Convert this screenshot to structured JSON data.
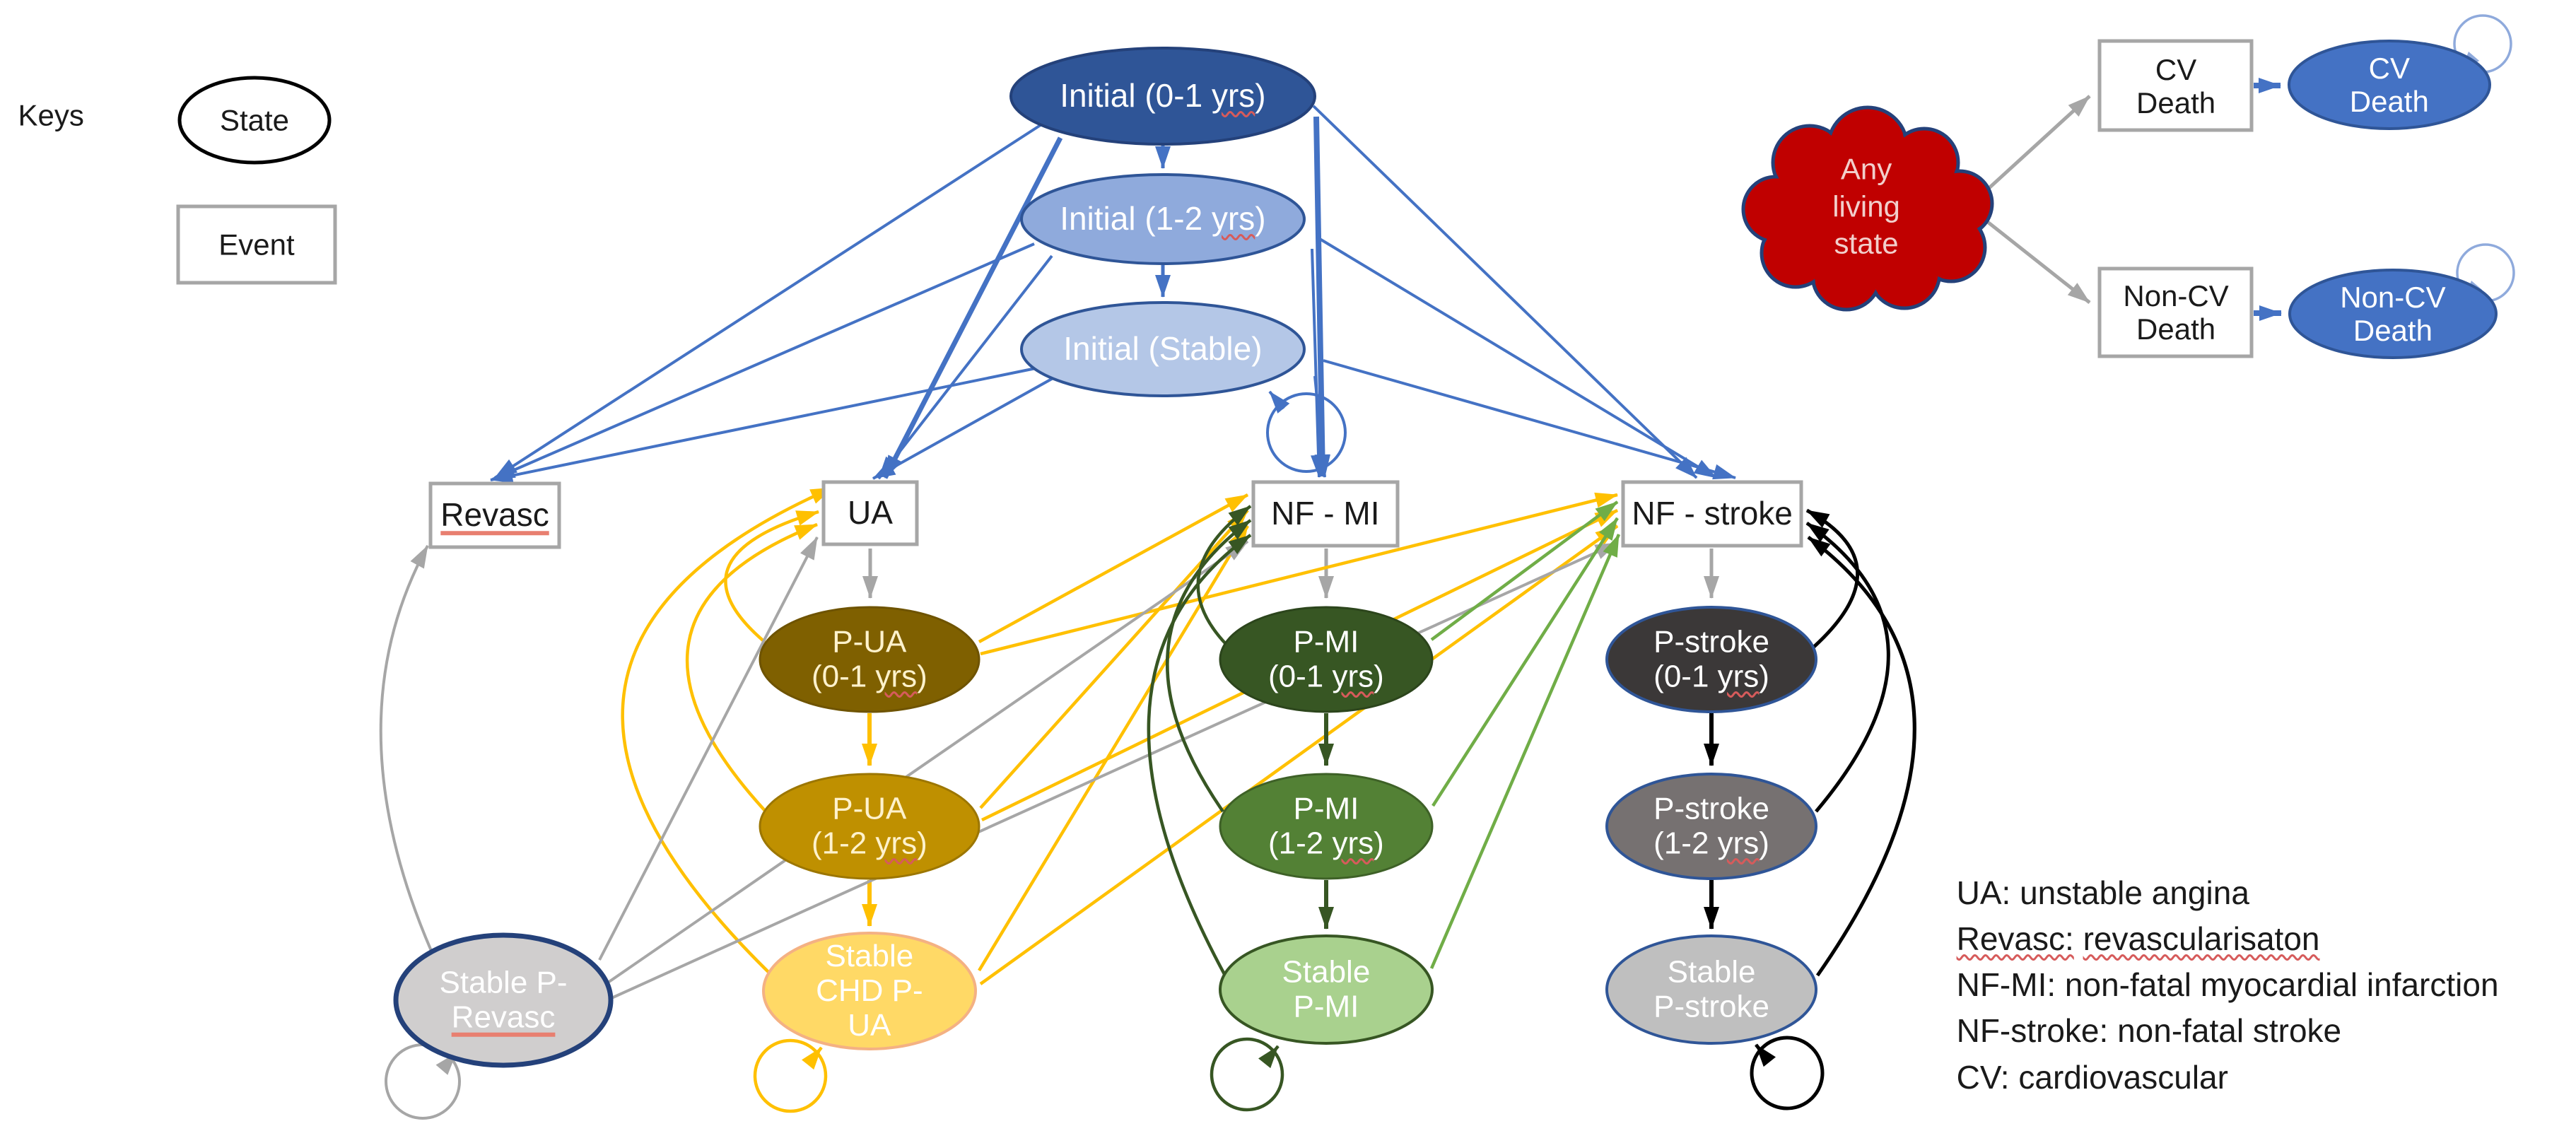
{
  "keys": {
    "label": "Keys",
    "state": "State",
    "event": "Event"
  },
  "initial_states": {
    "initial_0_1": {
      "pre": "Initial (0-1 ",
      "u": "yrs",
      "post": ")"
    },
    "initial_1_2": {
      "pre": "Initial (1-2 ",
      "u": "yrs",
      "post": ")"
    },
    "initial_stable": {
      "text": "Initial (Stable)"
    }
  },
  "events": {
    "revasc": {
      "u": "Revasc"
    },
    "ua": {
      "text": "UA"
    },
    "nf_mi": {
      "text": "NF - MI"
    },
    "nf_stroke": {
      "text": "NF - stroke"
    }
  },
  "post_states": {
    "p_ua_0_1": {
      "line1": "P-UA",
      "pre": "(0-1 ",
      "u": "yrs",
      "post": ")"
    },
    "p_ua_1_2": {
      "line1": "P-UA",
      "pre": "(1-2 ",
      "u": "yrs",
      "post": ")"
    },
    "stable_chd_p_ua": {
      "line1": "Stable",
      "line2": "CHD P-",
      "line3": "UA"
    },
    "p_mi_0_1": {
      "line1": "P-MI",
      "pre": "(0-1 ",
      "u": "yrs",
      "post": ")"
    },
    "p_mi_1_2": {
      "line1": "P-MI",
      "pre": "(1-2 ",
      "u": "yrs",
      "post": ")"
    },
    "stable_p_mi": {
      "line1": "Stable",
      "line2": "P-MI"
    },
    "p_stroke_0_1": {
      "line1": "P-stroke",
      "pre": "(0-1 ",
      "u": "yrs",
      "post": ")"
    },
    "p_stroke_1_2": {
      "line1": "P-stroke",
      "pre": "(1-2 ",
      "u": "yrs",
      "post": ")"
    },
    "stable_p_stroke": {
      "line1": "Stable",
      "line2": "P-stroke"
    },
    "stable_p_revasc": {
      "line1": "Stable P-",
      "u": "Revasc"
    }
  },
  "death": {
    "cloud": {
      "line1": "Any",
      "line2": "living",
      "line3": "state"
    },
    "cv_event": {
      "line1": "CV",
      "line2": "Death"
    },
    "cv_state": {
      "line1": "CV",
      "line2": "Death"
    },
    "non_cv_event": {
      "line1": "Non-CV",
      "line2": "Death"
    },
    "non_cv_state": {
      "line1": "Non-CV",
      "line2": "Death"
    }
  },
  "legend": {
    "line1": "UA: unstable angina",
    "line2_u1": "Revasc:",
    "line2_sep": " ",
    "line2_u2": "revascularisaton",
    "line3": "NF-MI: non-fatal myocardial infarction",
    "line4": "NF-stroke: non-fatal stroke",
    "line5": "CV: cardiovascular"
  },
  "colors": {
    "initial_dark": "#2F5597",
    "initial_mid": "#8FAADC",
    "initial_light": "#B4C7E7",
    "ua_dark": "#7F6000",
    "ua_mid": "#BF9000",
    "ua_light": "#FFD966",
    "mi_dark": "#375623",
    "mi_mid": "#538135",
    "mi_light": "#A9D18E",
    "stroke_dark": "#3B3838",
    "stroke_mid": "#767171",
    "stroke_light": "#BFBFBF",
    "revasc_gray": "#D0CECE",
    "death_blue": "#4472C4",
    "cloud_red": "#C00000",
    "arrow_blue": "#4472C4",
    "arrow_gold": "#FFC000",
    "arrow_gray": "#A6A6A6",
    "arrow_green_dark": "#375623",
    "arrow_green": "#70AD47",
    "arrow_black": "#000000",
    "loop_light_blue": "#8FAADC"
  }
}
